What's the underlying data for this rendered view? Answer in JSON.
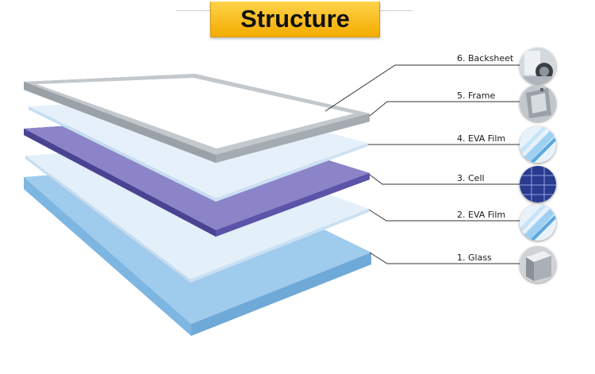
{
  "title": "Structure",
  "colors": {
    "banner": "#f5b400",
    "glass": "#9cc8ec",
    "eva": "#dcecfa",
    "cell": "#7b74c0",
    "frame": "#b3b8bd",
    "leader": "#333333"
  },
  "layers": [
    {
      "label": "6. Backsheet",
      "icon": "backsheet-icon"
    },
    {
      "label": "5. Frame",
      "icon": "frame-icon"
    },
    {
      "label": "4. EVA Film",
      "icon": "eva-film-icon"
    },
    {
      "label": "3. Cell",
      "icon": "cell-icon"
    },
    {
      "label": "2. EVA Film",
      "icon": "eva-film-icon"
    },
    {
      "label": "1. Glass",
      "icon": "glass-icon"
    }
  ]
}
